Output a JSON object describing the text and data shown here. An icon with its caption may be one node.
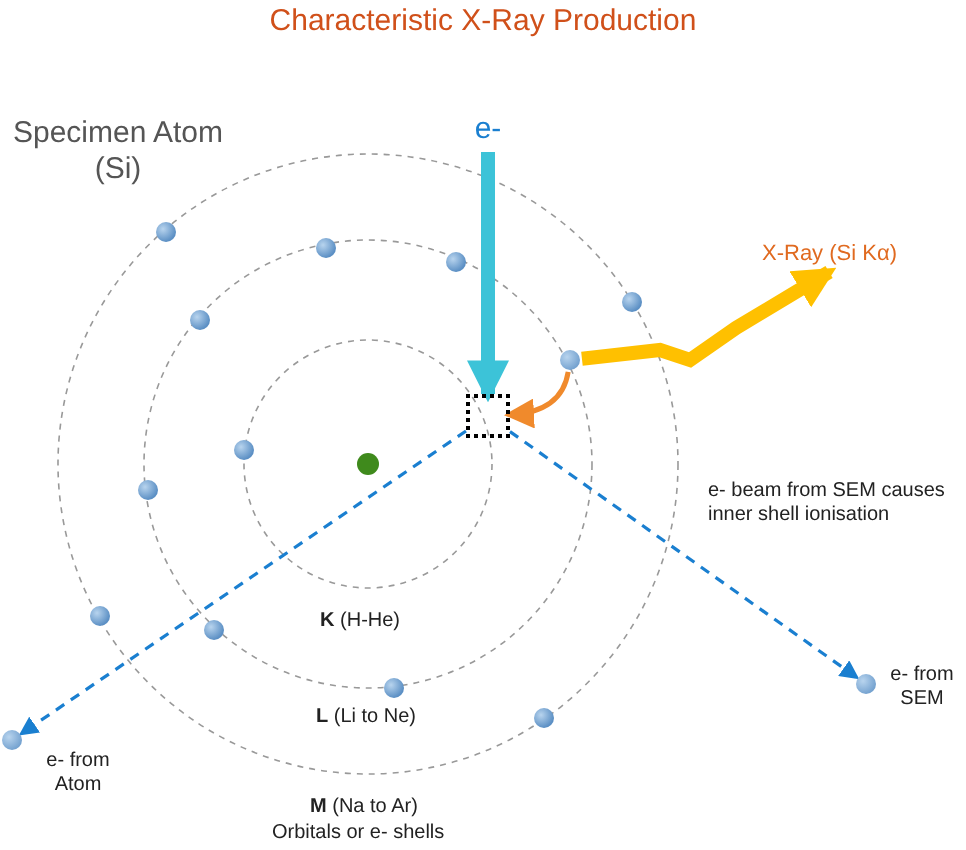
{
  "diagram": {
    "title": "Characteristic X-Ray Production",
    "nodes": [
      {
        "text": [
          "e-"
        ]
      },
      {
        "text": [],
        "shape": "box"
      },
      {
        "text": [],
        "shape": "circle"
      },
      {
        "text": [
          "X-Ray (Si Kα)"
        ]
      },
      {
        "text": [],
        "shape": "circle",
        "beside": [
          "e- from Atom"
        ]
      },
      {
        "text": [],
        "shape": "circle",
        "beside": [
          "e- from SEM"
        ]
      }
    ],
    "edges": [
      {
        "from": 0,
        "to": 1,
        "arrow": "to",
        "style": "thick",
        "color": "#3cc3d8"
      },
      {
        "from": 2,
        "to": 1,
        "arrow": "to",
        "color": "#f08a2c"
      },
      {
        "from": 2,
        "to": 3,
        "arrow": "to",
        "style": "thick",
        "color": "#ffc000"
      },
      {
        "from": 1,
        "to": 4,
        "arrow": "to",
        "style": "dashed"
      },
      {
        "from": 1,
        "to": 5,
        "arrow": "to",
        "style": "dashed"
      }
    ],
    "labels": [
      "Specimen Atom (Si)",
      "e- beam from SEM causes inner shell ionisation",
      "**K** (H-He)",
      "**L** (Li to Ne)",
      "**M** (Na to Ar)",
      "Orbitals or e- shells"
    ]
  }
}
